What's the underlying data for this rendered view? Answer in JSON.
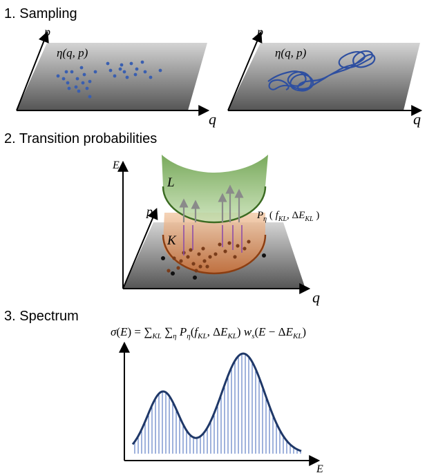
{
  "sections": {
    "sampling": {
      "title": "1. Sampling",
      "left_panel": {
        "label": "η(q, p)",
        "x_axis": "q",
        "y_axis": "p"
      },
      "right_panel": {
        "label": "η(q, p)",
        "x_axis": "q",
        "y_axis": "p"
      }
    },
    "transition": {
      "title": "2. Transition probabilities",
      "axis_e": "E",
      "axis_p": "p",
      "axis_q": "q",
      "upper_state": "L",
      "lower_state": "K",
      "probability_label": "Pη(fKL, ΔEKL)"
    },
    "spectrum": {
      "title": "3. Spectrum",
      "formula": "σ(E) = ∑KL ∑η Pη(fKL, ΔEKL) ws(E − ΔEKL)",
      "x_axis": "E"
    }
  },
  "colors": {
    "point_blue": "#3a5fb0",
    "trajectory_blue": "#2e4fa0",
    "upper_surface": "#8fbf6e",
    "lower_surface": "#d99466",
    "transition_arrow": "#8a8a8a",
    "transition_line": "#8e4da8",
    "spectrum_line": "#1f3868"
  }
}
